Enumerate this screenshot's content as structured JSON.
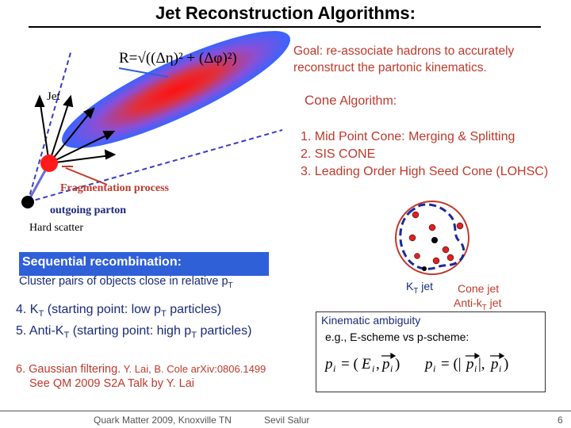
{
  "slide": {
    "title": "Jet Reconstruction Algorithms:",
    "goal_line1": "Goal: re-associate hadrons to accurately",
    "goal_line2": "reconstruct the partonic kinematics.",
    "formula_r": "R=√((Δη)² + (Δφ)²)",
    "cone_heading_word": "Cone",
    "cone_heading_rest": "Algorithm:",
    "cone_items": [
      "1. Mid Point Cone: Merging & Splitting",
      "2. SIS CONE",
      "3. Leading Order High Seed Cone (LOHSC)"
    ],
    "diagram": {
      "jet_label": "Jet",
      "frag_label": "Fragmentation process",
      "outgoing_label": "outgoing parton",
      "hard_label": "Hard scatter"
    },
    "sequential": {
      "title": "Sequential recombination:",
      "subtitle_text": "Cluster pairs of objects close in relative p",
      "subtitle_sub": "T",
      "item4_a": "4. K",
      "item4_sub1": "T",
      "item4_b": " (starting point: low p",
      "item4_sub2": "T",
      "item4_c": " particles)",
      "item5_a": "5. Anti-K",
      "item5_sub1": "T",
      "item5_b": " (starting point: high p",
      "item5_sub2": "T",
      "item5_c": " particles)"
    },
    "gaussian": {
      "main": "6. Gaussian filtering.",
      "ref": " Y. Lai, B. Cole arXiv:0806.1499",
      "line2": "See QM 2009 S2A Talk by Y. Lai"
    },
    "jets_figure": {
      "kt_a": "K",
      "kt_sub": "T",
      "kt_b": " jet",
      "cone_jet": "Cone jet",
      "anti_a": "Anti-k",
      "anti_sub": "T",
      "anti_b": " jet"
    },
    "kinematic": {
      "line1": "Kinematic ambiguity",
      "line2": "e.g., E-scheme vs p-scheme:"
    },
    "footer": {
      "left": "Quark Matter 2009, Knoxville TN",
      "middle": "Sevil Salur",
      "page": "6"
    },
    "colors": {
      "red": "#c0392b",
      "blue": "#1a2a7a",
      "box_blue": "#2f60d8"
    }
  }
}
